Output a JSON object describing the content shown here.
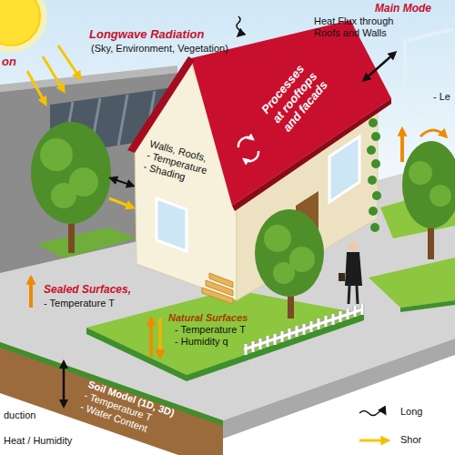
{
  "diagram": {
    "nodes": [
      {
        "text": [
          "Processes at rooftops and facads"
        ]
      },
      {
        "text": [
          "Walls, Roofs, - Temperature - Shading"
        ]
      },
      {
        "text": [
          "Soil Model (1D, 3D)",
          "- Temperature T",
          "- Water Content"
        ]
      }
    ],
    "labels": [
      "on",
      "Longwave Radiation",
      "(Sky, Environment, Vegetation)",
      "Heat Flux through Roofs and Walls",
      "Main Mode",
      "- Le",
      "Sealed Surfaces,",
      "- Temperature T",
      "Natural Surfaces",
      "- Temperature T",
      "- Humidity q"
    ],
    "legend": [
      {
        "text": "duction"
      },
      {
        "text": "Heat / Humidity"
      },
      {
        "text": "Long"
      },
      {
        "text": "Shor"
      }
    ]
  }
}
